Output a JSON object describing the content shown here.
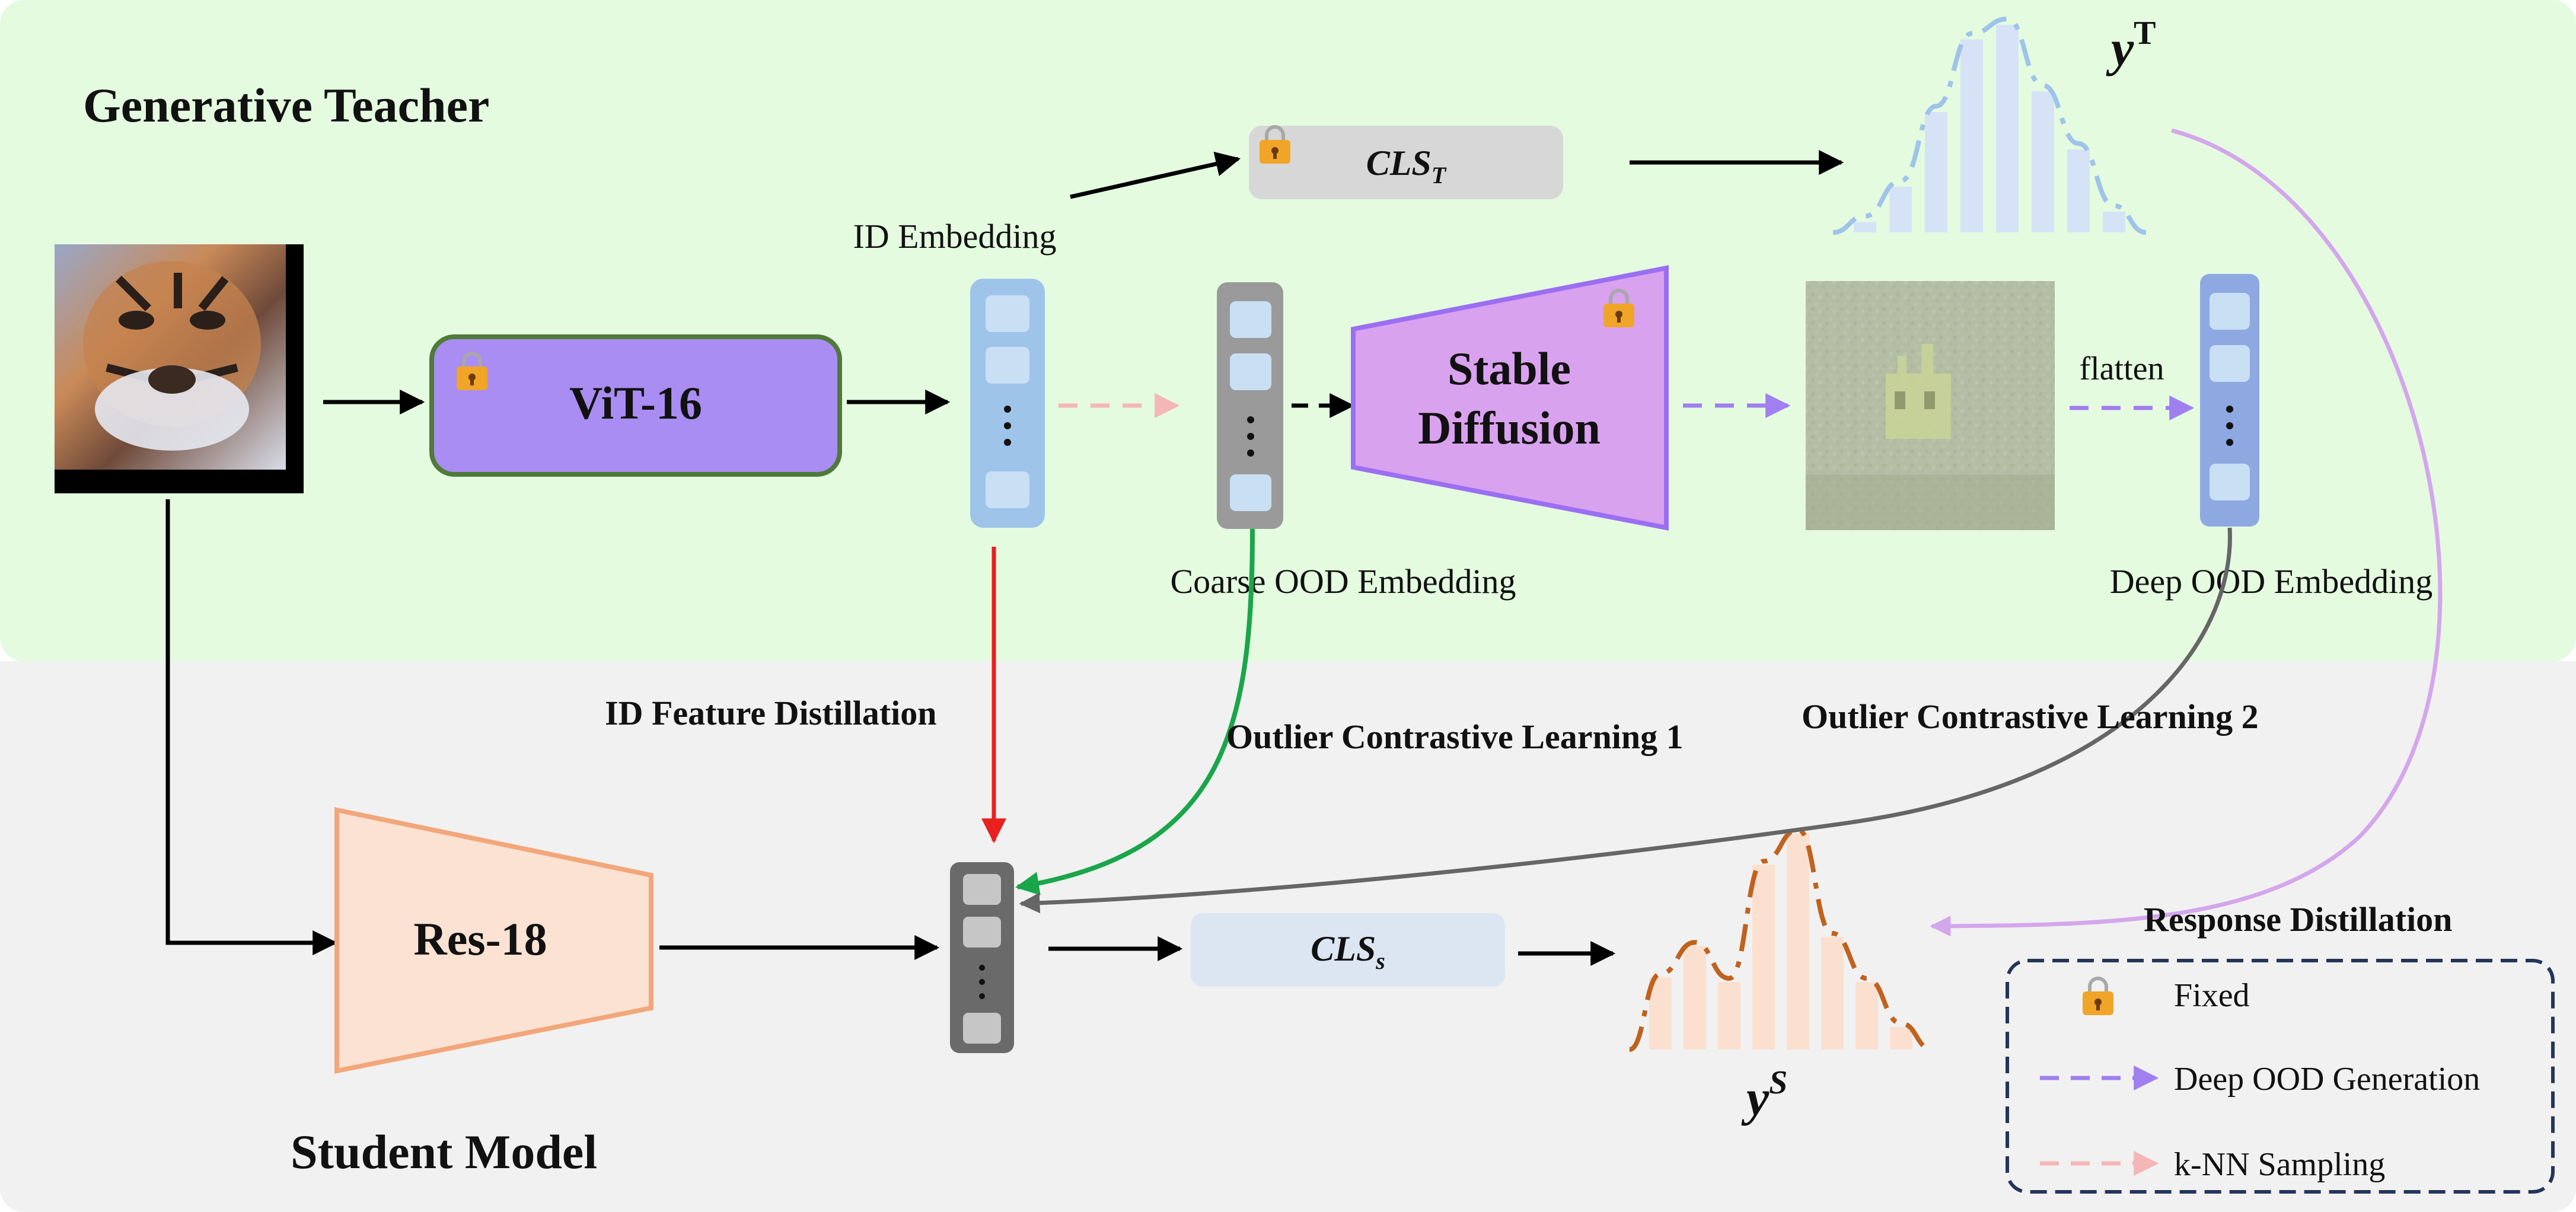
{
  "teacher_section": {
    "title": "Generative Teacher"
  },
  "student_section": {
    "title": "Student Model"
  },
  "teacher": {
    "backbone_label": "ViT-16",
    "classifier_label": "CLS",
    "classifier_sub": "T",
    "generator_label_line1": "Stable",
    "generator_label_line2": "Diffusion",
    "output_label": "y",
    "output_sup": "T"
  },
  "student": {
    "backbone_label": "Res-18",
    "classifier_label": "CLS",
    "classifier_sub": "s",
    "output_label": "y",
    "output_sup": "S"
  },
  "labels": {
    "id_embedding": "ID Embedding",
    "coarse_ood_embedding": "Coarse OOD Embedding",
    "deep_ood_embedding": "Deep OOD Embedding",
    "flatten": "flatten",
    "id_feature_distillation": "ID Feature Distillation",
    "outlier_cl_1": "Outlier Contrastive Learning 1",
    "outlier_cl_2": "Outlier Contrastive Learning 2",
    "response_distillation": "Response Distillation"
  },
  "legend": {
    "fixed": "Fixed",
    "deep_ood_generation": "Deep OOD Generation",
    "knn_sampling": "k-NN Sampling"
  },
  "colors": {
    "teacher_bg": "#e4fbe0",
    "student_bg": "#f1f1f1",
    "vit_fill": "#a98df2",
    "vit_border": "#4f7a3a",
    "diffusion_fill": "#d9a2ee",
    "diffusion_border": "#9b6ff2",
    "resnet_fill": "#fbe2d3",
    "resnet_border": "#f2a77a",
    "id_feature_arrow": "#e8201f",
    "outlier_cl1_arrow": "#1aa64a",
    "outlier_cl2_arrow": "#666666",
    "response_arrow": "#d4a6ec",
    "teacher_dist_curve": "#9fc4ea",
    "student_dist_curve": "#c0621e",
    "deep_ood_arrow": "#a07ff0",
    "knn_arrow": "#f4b6b6",
    "legend_border": "#243559"
  },
  "chart_data": [
    {
      "type": "bar",
      "series": [
        {
          "name": "y^T",
          "values": [
            0.05,
            0.22,
            0.58,
            0.93,
            1.0,
            0.68,
            0.4,
            0.1
          ]
        }
      ]
    },
    {
      "type": "bar",
      "series": [
        {
          "name": "y^S",
          "values": [
            0.32,
            0.46,
            0.3,
            0.82,
            0.96,
            0.5,
            0.3,
            0.1
          ]
        }
      ]
    }
  ]
}
